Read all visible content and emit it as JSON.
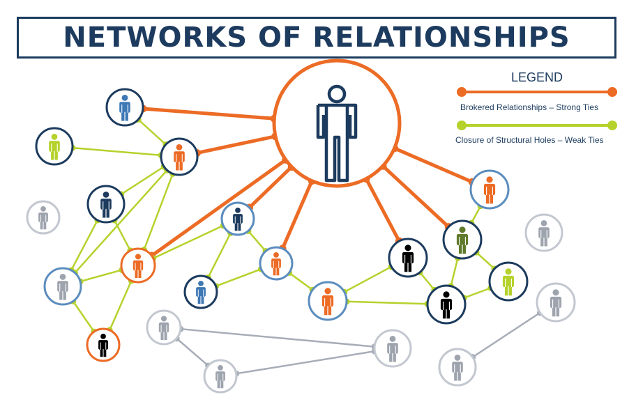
{
  "title": "NETWORKS OF RELATIONSHIPS",
  "legend": {
    "title": "LEGEND",
    "strong_label": "Brokered Relationships – Strong Ties",
    "weak_label": "Closure of Structural Holes – Weak Ties"
  },
  "colors": {
    "title": "#1c3b5e",
    "strong_tie": "#ec6b25",
    "weak_tie": "#b5d22c",
    "inactive_tie": "#a7adb8",
    "ring_navy": "#1c3b5e",
    "ring_blue": "#5b8dbe",
    "ring_orange": "#ec6b25",
    "ring_grey": "#c3c8d0",
    "person_blue": "#3e78b5",
    "person_navy": "#1c3b5e",
    "person_orange": "#ec6b25",
    "person_lime": "#b5d22c",
    "person_black": "#000000",
    "person_grey": "#9ea4ae",
    "person_olive": "#5f7a2a"
  },
  "nodes": [
    {
      "id": "hub",
      "ring": "ring_orange",
      "person": "hub",
      "role": "central-broker"
    },
    {
      "id": "n1",
      "ring": "ring_navy",
      "person": "person_blue"
    },
    {
      "id": "n2",
      "ring": "ring_navy",
      "person": "person_lime"
    },
    {
      "id": "n3",
      "ring": "ring_navy",
      "person": "person_orange"
    },
    {
      "id": "n4",
      "ring": "ring_navy",
      "person": "person_navy"
    },
    {
      "id": "n5",
      "ring": "ring_grey",
      "person": "person_grey"
    },
    {
      "id": "n6",
      "ring": "ring_blue",
      "person": "person_grey"
    },
    {
      "id": "n7",
      "ring": "ring_orange",
      "person": "person_orange"
    },
    {
      "id": "n8",
      "ring": "ring_orange",
      "person": "person_black"
    },
    {
      "id": "n9",
      "ring": "ring_blue",
      "person": "person_navy"
    },
    {
      "id": "n10",
      "ring": "ring_navy",
      "person": "person_blue"
    },
    {
      "id": "n11",
      "ring": "ring_blue",
      "person": "person_orange"
    },
    {
      "id": "n12",
      "ring": "ring_blue",
      "person": "person_orange"
    },
    {
      "id": "n13",
      "ring": "ring_navy",
      "person": "person_black"
    },
    {
      "id": "n14",
      "ring": "ring_blue",
      "person": "person_orange"
    },
    {
      "id": "n15",
      "ring": "ring_navy",
      "person": "person_olive"
    },
    {
      "id": "n16",
      "ring": "ring_navy",
      "person": "person_black"
    },
    {
      "id": "n17",
      "ring": "ring_navy",
      "person": "person_lime"
    },
    {
      "id": "n18",
      "ring": "ring_grey",
      "person": "person_grey"
    },
    {
      "id": "n19",
      "ring": "ring_grey",
      "person": "person_grey"
    },
    {
      "id": "n20",
      "ring": "ring_grey",
      "person": "person_grey"
    },
    {
      "id": "n21",
      "ring": "ring_grey",
      "person": "person_grey"
    },
    {
      "id": "n22",
      "ring": "ring_grey",
      "person": "person_grey"
    },
    {
      "id": "n23",
      "ring": "ring_grey",
      "person": "person_grey"
    },
    {
      "id": "n24",
      "ring": "ring_grey",
      "person": "person_grey"
    }
  ],
  "edges": [
    {
      "from": "hub",
      "to": "n1",
      "type": "strong"
    },
    {
      "from": "hub",
      "to": "n3",
      "type": "strong"
    },
    {
      "from": "hub",
      "to": "n7",
      "type": "strong"
    },
    {
      "from": "hub",
      "to": "n9",
      "type": "strong"
    },
    {
      "from": "hub",
      "to": "n11",
      "type": "strong"
    },
    {
      "from": "hub",
      "to": "n13",
      "type": "strong"
    },
    {
      "from": "hub",
      "to": "n14",
      "type": "strong"
    },
    {
      "from": "hub",
      "to": "n15",
      "type": "strong"
    },
    {
      "from": "n1",
      "to": "n3",
      "type": "weak"
    },
    {
      "from": "n2",
      "to": "n3",
      "type": "weak"
    },
    {
      "from": "n4",
      "to": "n3",
      "type": "weak"
    },
    {
      "from": "n3",
      "to": "n7",
      "type": "weak"
    },
    {
      "from": "n3",
      "to": "n6",
      "type": "weak"
    },
    {
      "from": "n4",
      "to": "n6",
      "type": "weak"
    },
    {
      "from": "n4",
      "to": "n7",
      "type": "weak"
    },
    {
      "from": "n6",
      "to": "n7",
      "type": "weak"
    },
    {
      "from": "n6",
      "to": "n8",
      "type": "weak"
    },
    {
      "from": "n7",
      "to": "n8",
      "type": "weak"
    },
    {
      "from": "n7",
      "to": "n9",
      "type": "weak"
    },
    {
      "from": "n9",
      "to": "n10",
      "type": "weak"
    },
    {
      "from": "n9",
      "to": "n11",
      "type": "weak"
    },
    {
      "from": "n10",
      "to": "n11",
      "type": "weak"
    },
    {
      "from": "n11",
      "to": "n12",
      "type": "weak"
    },
    {
      "from": "n12",
      "to": "n13",
      "type": "weak"
    },
    {
      "from": "n12",
      "to": "n16",
      "type": "weak"
    },
    {
      "from": "n13",
      "to": "n16",
      "type": "weak"
    },
    {
      "from": "n14",
      "to": "n15",
      "type": "weak"
    },
    {
      "from": "n15",
      "to": "n16",
      "type": "weak"
    },
    {
      "from": "n15",
      "to": "n17",
      "type": "weak"
    },
    {
      "from": "n16",
      "to": "n17",
      "type": "weak"
    },
    {
      "from": "n19",
      "to": "n20",
      "type": "inactive"
    },
    {
      "from": "n19",
      "to": "n21",
      "type": "inactive"
    },
    {
      "from": "n20",
      "to": "n21",
      "type": "inactive"
    },
    {
      "from": "n23",
      "to": "n24",
      "type": "inactive"
    }
  ]
}
